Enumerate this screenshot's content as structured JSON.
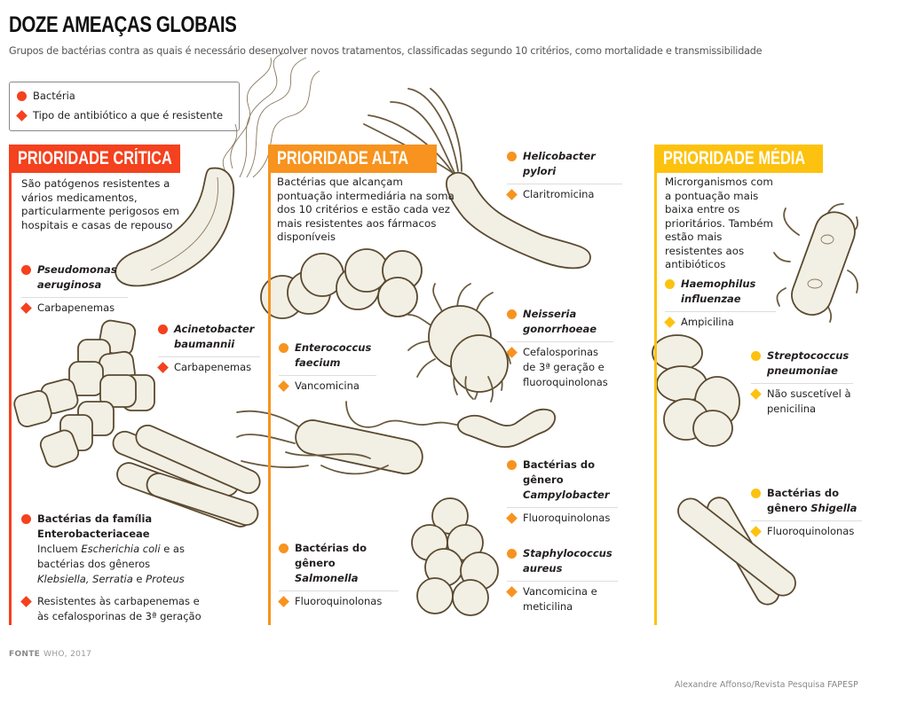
{
  "title": "DOZE AMEAÇAS GLOBAIS",
  "subtitle": "Grupos de bactérias contra as quais é necessário desenvolver novos tratamentos, classificadas segundo 10 critérios, como mortalidade e transmissibilidade",
  "legend": {
    "bacteria_label": "Bactéria",
    "resistance_label": "Tipo de antibiótico a que é resistente"
  },
  "colors": {
    "critical": "#f4411e",
    "high": "#f7931e",
    "medium": "#fdc20f",
    "cell_fill": "#f2efe4",
    "cell_stroke": "#5a4a30"
  },
  "sections": {
    "critical": {
      "title": "PRIORIDADE CRÍTICA",
      "description": "São patógenos resistentes a vários medicamentos, particularmente perigosos em hospitais e casas de repouso",
      "items": [
        {
          "name": "Pseudomonas aeruginosa",
          "resistance": "Carbapenemas"
        },
        {
          "name": "Acinetobacter baumannii",
          "resistance": "Carbapenemas"
        },
        {
          "name": "Bactérias da família Enterobacteriaceae",
          "note_a": "Incluem ",
          "note_b": "Escherichia coli",
          "note_c": " e as bactérias dos gêneros ",
          "note_d": "Klebsiella,",
          "note_e": "Serratia",
          "note_f": " e ",
          "note_g": "Proteus",
          "resistance": "Resistentes às carbapenemas e às cefalosporinas de 3ª geração"
        }
      ]
    },
    "high": {
      "title": "PRIORIDADE ALTA",
      "description": "Bactérias que alcançam pontuação intermediária na soma dos 10 critérios e estão cada vez mais resistentes aos fármacos disponíveis",
      "items": [
        {
          "name": "Helicobacter pylori",
          "resistance": "Claritromicina"
        },
        {
          "name": "Neisseria gonorrhoeae",
          "resistance": "Cefalosporinas de 3ª geração e fluoroquinolonas"
        },
        {
          "name": "Enterococcus faecium",
          "resistance": "Vancomicina"
        },
        {
          "name_a": "Bactérias do gênero",
          "name_b": "Campylobacter",
          "resistance": "Fluoroquinolonas"
        },
        {
          "name": "Staphylococcus aureus",
          "resistance": "Vancomicina e meticilina"
        },
        {
          "name_a": "Bactérias do gênero",
          "name_b": "Salmonella",
          "resistance": "Fluoroquinolonas"
        }
      ]
    },
    "medium": {
      "title": "PRIORIDADE MÉDIA",
      "description": "Microrganismos com a pontuação mais baixa entre os prioritários. Também estão mais resistentes aos antibióticos",
      "items": [
        {
          "name": "Haemophilus influenzae",
          "resistance": "Ampicilina"
        },
        {
          "name": "Streptococcus pneumoniae",
          "resistance": "Não suscetível à penicilina"
        },
        {
          "name_a": "Bactérias do gênero",
          "name_b": "Shigella",
          "resistance": "Fluoroquinolonas"
        }
      ]
    }
  },
  "source_label": "FONTE",
  "source_value": "WHO, 2017",
  "credit": "Alexandre Affonso/Revista Pesquisa FAPESP"
}
